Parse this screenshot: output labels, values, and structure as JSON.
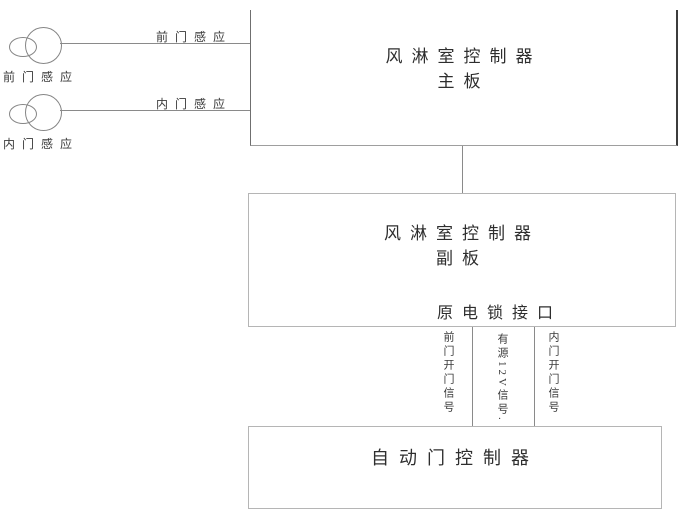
{
  "sensors": [
    {
      "line_label": "前门感应",
      "caption": "前门感应"
    },
    {
      "line_label": "内门感应",
      "caption": "内门感应"
    }
  ],
  "boxes": {
    "main_board": {
      "line1": "风淋室控制器",
      "line2": "主板"
    },
    "sub_board": {
      "line1": "风淋室控制器",
      "line2": "副板",
      "port_label": "原电锁接口"
    },
    "auto_door": {
      "line1": "自动门控制器"
    }
  },
  "signal_labels": [
    "前门开门信号",
    "有源12V信号.",
    "内门开门信号"
  ],
  "colors": {
    "background": "#ffffff",
    "wire": "#8a8a8a",
    "box_border": "#b5b5b5",
    "main_board_right_border": "#3c3c3c",
    "text": "#2e2e2e"
  }
}
